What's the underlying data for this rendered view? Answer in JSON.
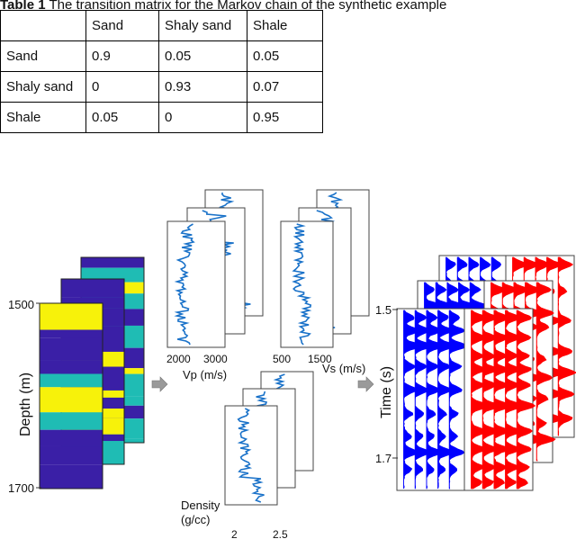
{
  "caption": {
    "label": "Table 1",
    "text": "The transition matrix for the Markov chain of the synthetic example"
  },
  "table": {
    "headers": [
      "",
      "Sand",
      "Shaly sand",
      "Shale"
    ],
    "rows": [
      [
        "Sand",
        "0.9",
        "0.05",
        "0.05"
      ],
      [
        "Shaly sand",
        "0",
        "0.93",
        "0.07"
      ],
      [
        "Shale",
        "0.05",
        "0",
        "0.95"
      ]
    ]
  },
  "figure": {
    "depth_axis": {
      "label": "Depth (m)",
      "ticks": [
        "1500",
        "1700"
      ]
    },
    "vp_axis": {
      "label": "Vp (m/s)",
      "ticks": [
        "2000",
        "3000"
      ]
    },
    "vs_axis": {
      "label": "Vs (m/s)",
      "ticks": [
        "500",
        "1500"
      ]
    },
    "density_axis": {
      "label_line1": "Density",
      "label_line2": "(g/cc)",
      "ticks": [
        "2",
        "2.5"
      ]
    },
    "time_axis": {
      "label": "Time (s)",
      "ticks": [
        "1.5",
        "1.7"
      ]
    },
    "colors": {
      "sand": "#f7f20a",
      "shaly_sand": "#1fbcb4",
      "shale": "#3a1fa6",
      "log_curve": "#1a72c9",
      "near_trace": "#0000ff",
      "far_trace": "#ff0000",
      "arrow": "#9a9a9a"
    }
  }
}
